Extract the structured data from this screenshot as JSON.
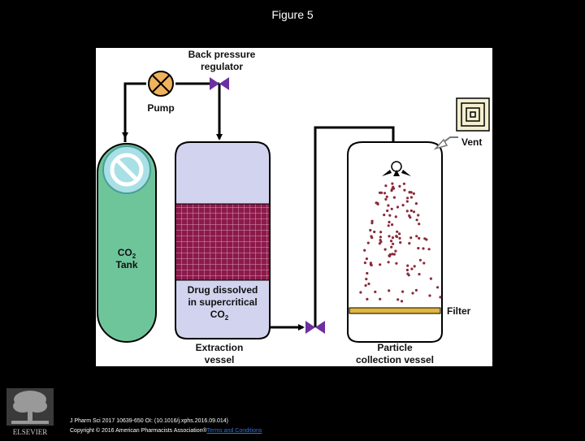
{
  "slide": {
    "title": "Figure 5"
  },
  "diagram": {
    "labels": {
      "back_pressure_line1": "Back pressure",
      "back_pressure_line2": "regulator",
      "pump": "Pump",
      "co2_line1": "CO",
      "co2_sub": "2",
      "tank": "Tank",
      "drug_line1": "Drug dissolved",
      "drug_line2": "in supercritical",
      "drug_line3": "CO",
      "drug_sub": "2",
      "extraction_line1": "Extraction",
      "extraction_line2": "vessel",
      "vent": "Vent",
      "filter": "Filter",
      "particle_line1": "Particle",
      "particle_line2": "collection vessel"
    },
    "colors": {
      "tank": "#6fc59a",
      "tank_cap": "#a8e0e6",
      "vessel": "#d2d4ef",
      "drug": "#8b1a4a",
      "valve": "#6b2fa0",
      "pump": "#f0b25a",
      "filter": "#e0b540",
      "particles": "#8b2a3a"
    }
  },
  "publisher": {
    "logo_text": "ELSEVIER"
  },
  "footer": {
    "citation_line1": "J Pharm Sci 2017 10639-650 OI: (10.1016/j.xphs.2016.09.014)",
    "copyright": "Copyright © 2016 American Pharmacists Association®",
    "terms_link": "Terms and Conditions"
  }
}
